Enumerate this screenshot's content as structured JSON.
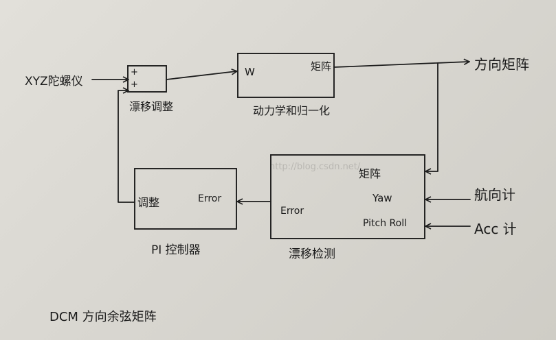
{
  "title": "DCM 方向余弦矩阵",
  "watermark": "http://blog.csdn.net/",
  "nodes": {
    "gyro": "XYZ陀螺仪",
    "drift_adjust": {
      "label": "漂移调整",
      "plus_in": "+",
      "plus_out": "+"
    },
    "kinematics": {
      "label": "动力学和归一化",
      "input": "W",
      "output": "矩阵"
    },
    "output": "方向矩阵",
    "drift_detect": {
      "label": "漂移检测",
      "matrix": "矩阵",
      "yaw": "Yaw",
      "pitch_roll": "Pitch Roll",
      "error": "Error"
    },
    "pi_controller": {
      "label": "PI 控制器",
      "adjust": "调整",
      "error": "Error"
    },
    "compass": "航向计",
    "accel": "Acc 计"
  }
}
